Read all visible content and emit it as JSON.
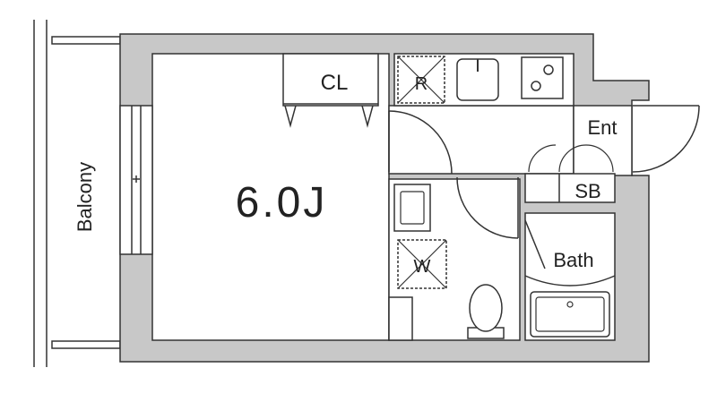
{
  "floorplan": {
    "room_size": "6.0J",
    "labels": {
      "closet": "CL",
      "balcony": "Balcony",
      "entrance": "Ent",
      "shoe_box": "SB",
      "bath": "Bath",
      "refrigerator": "R",
      "washer": "W"
    }
  }
}
